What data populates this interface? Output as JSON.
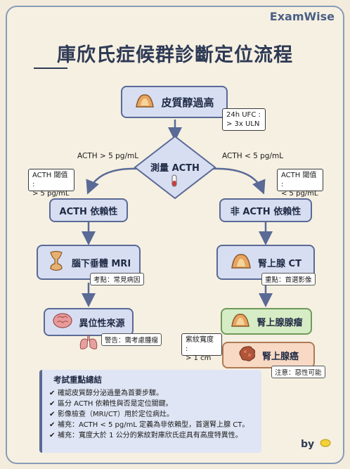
{
  "brand": "ExamWise",
  "title": "庫欣氏症候群診斷定位流程",
  "start": {
    "label": "皮質醇過高",
    "note_line1": "24h UFC :",
    "note_line2": "> 3x ULN"
  },
  "test": {
    "label": "測量 ACTH"
  },
  "branch_left_label": "ACTH > 5 pg/mL",
  "branch_right_label": "ACTH < 5 pg/mL",
  "left_threshold": {
    "line1": "ACTH 閾值 :",
    "line2": "> 5 pg/mL"
  },
  "right_threshold": {
    "line1": "ACTH 閾值 :",
    "line2": "< 5 pg/mL"
  },
  "acth_dependent": "ACTH 依賴性",
  "acth_independent": "非 ACTH 依賴性",
  "pituitary": {
    "label": "腦下垂體 MRI",
    "tag": "考點：常見病因"
  },
  "adrenal_ct": {
    "label": "腎上腺 CT",
    "tag": "重點：首選影像"
  },
  "ectopic": {
    "label": "異位性來源",
    "tag": "警告：需考慮腫瘤"
  },
  "adenoma": {
    "label": "腎上腺腺瘤"
  },
  "carcinoma": {
    "label": "腎上腺癌",
    "tag": "注意：惡性可能"
  },
  "stria_note": {
    "line1": "紫紋寬度 :",
    "line2": "> 1 cm"
  },
  "summary": {
    "title": "考試重點總結",
    "items": [
      "確認皮質醇分泌過量為首要步驟。",
      "區分 ACTH 依賴性與否是定位關鍵。",
      "影像檢查（MRI/CT）用於定位病灶。",
      "補充：ACTH < 5 pg/mL 定義為非依賴型，首選腎上腺 CT。",
      "補充：寬度大於 1 公分的紫紋對庫欣氏症具有高度特異性。"
    ]
  },
  "footer": "by",
  "colors": {
    "node_fill": "#d7def2",
    "node_border": "#5a6a96",
    "adenoma_fill": "#d6ecc5",
    "carcinoma_fill": "#f7d9c4"
  }
}
